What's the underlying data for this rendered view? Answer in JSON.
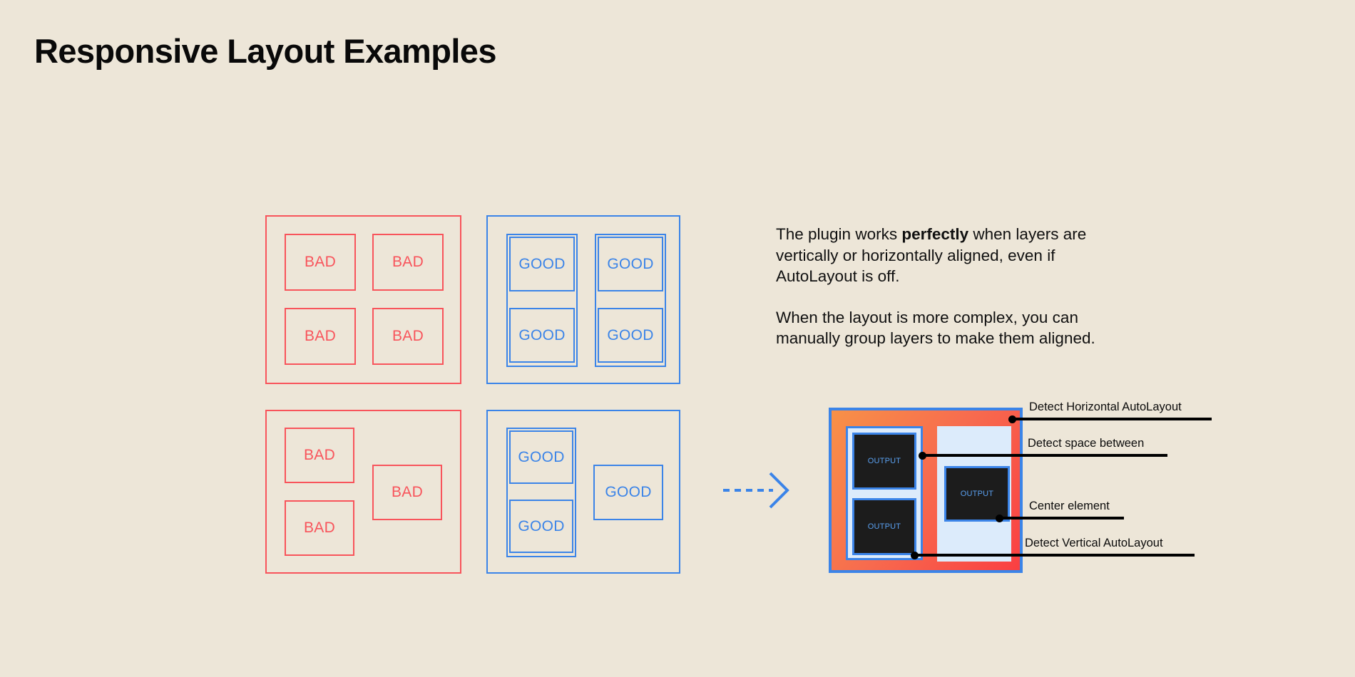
{
  "page": {
    "title": "Responsive Layout Examples",
    "background_color": "#EDE6D8",
    "bad_color": "#F8545B",
    "good_color": "#3B84E8",
    "text_color": "#0B0B0B"
  },
  "examples": {
    "bad_grid": {
      "label": "bad-grid-example",
      "cells": [
        {
          "label": "BAD"
        },
        {
          "label": "BAD"
        },
        {
          "label": "BAD"
        },
        {
          "label": "BAD"
        }
      ]
    },
    "good_grid": {
      "label": "good-grid-example",
      "groups": [
        {
          "cells": [
            {
              "label": "GOOD"
            },
            {
              "label": "GOOD"
            }
          ]
        },
        {
          "cells": [
            {
              "label": "GOOD"
            },
            {
              "label": "GOOD"
            }
          ]
        }
      ]
    },
    "bad_loose": {
      "label": "bad-loose-example",
      "cells": [
        {
          "label": "BAD"
        },
        {
          "label": "BAD"
        },
        {
          "label": "BAD"
        }
      ]
    },
    "good_loose": {
      "label": "good-loose-example",
      "grouped": {
        "cells": [
          {
            "label": "GOOD"
          },
          {
            "label": "GOOD"
          }
        ]
      },
      "single": {
        "label": "GOOD"
      }
    }
  },
  "description": {
    "paragraph_1": {
      "before": "The plugin works ",
      "bold": "perfectly",
      "after": " when layers are vertically or horizontally aligned, even if AutoLayout is off."
    },
    "paragraph_2": "When the layout is more complex, you can manually group layers to make them aligned."
  },
  "figure": {
    "name": "autolayout-detection-figure",
    "output_boxes": [
      {
        "label": "OUTPUT"
      },
      {
        "label": "OUTPUT"
      },
      {
        "label": "OUTPUT"
      }
    ],
    "annotations": [
      {
        "label": "Detect Horizontal AutoLayout"
      },
      {
        "label": "Detect space between"
      },
      {
        "label": "Center element"
      },
      {
        "label": "Detect Vertical AutoLayout"
      }
    ]
  },
  "arrow": {
    "name": "flow-arrow",
    "direction": "right",
    "style": "dashed"
  }
}
